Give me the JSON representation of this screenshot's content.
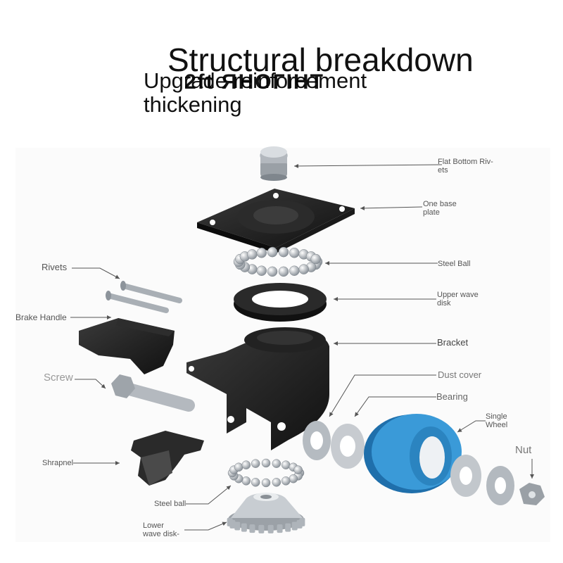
{
  "header": {
    "title": "Structural breakdown",
    "subtitle_line1": "Upgrade reinforcement",
    "subtitle_line2": "thickening",
    "overlay_text": "2ft ЯНОГІНТ"
  },
  "labels": {
    "flat_bottom_rivets_1": "Flat Bottom Riv-",
    "flat_bottom_rivets_2": "ets",
    "base_plate_1": "One base",
    "base_plate_2": "plate",
    "steel_ball_top": "Steel Ball",
    "upper_wave_disk_1": "Upper wave",
    "upper_wave_disk_2": "disk",
    "bracket": "Bracket",
    "dust_cover": "Dust cover",
    "bearing": "Bearing",
    "single_wheel_1": "Single",
    "single_wheel_2": "Wheel",
    "nut": "Nut",
    "rivets": "Rivets",
    "brake_handle": "Brake Handle",
    "screw": "Screw",
    "shrapnel": "Shrapnel",
    "steel_ball_bottom": "Steel ball",
    "lower_wave_disk_1": "Lower",
    "lower_wave_disk_2": "wave disk-"
  },
  "colors": {
    "part_black": "#1e1e1e",
    "part_gray": "#b9bec4",
    "wheel_blue": "#2f8fd0",
    "leader": "#555555"
  }
}
